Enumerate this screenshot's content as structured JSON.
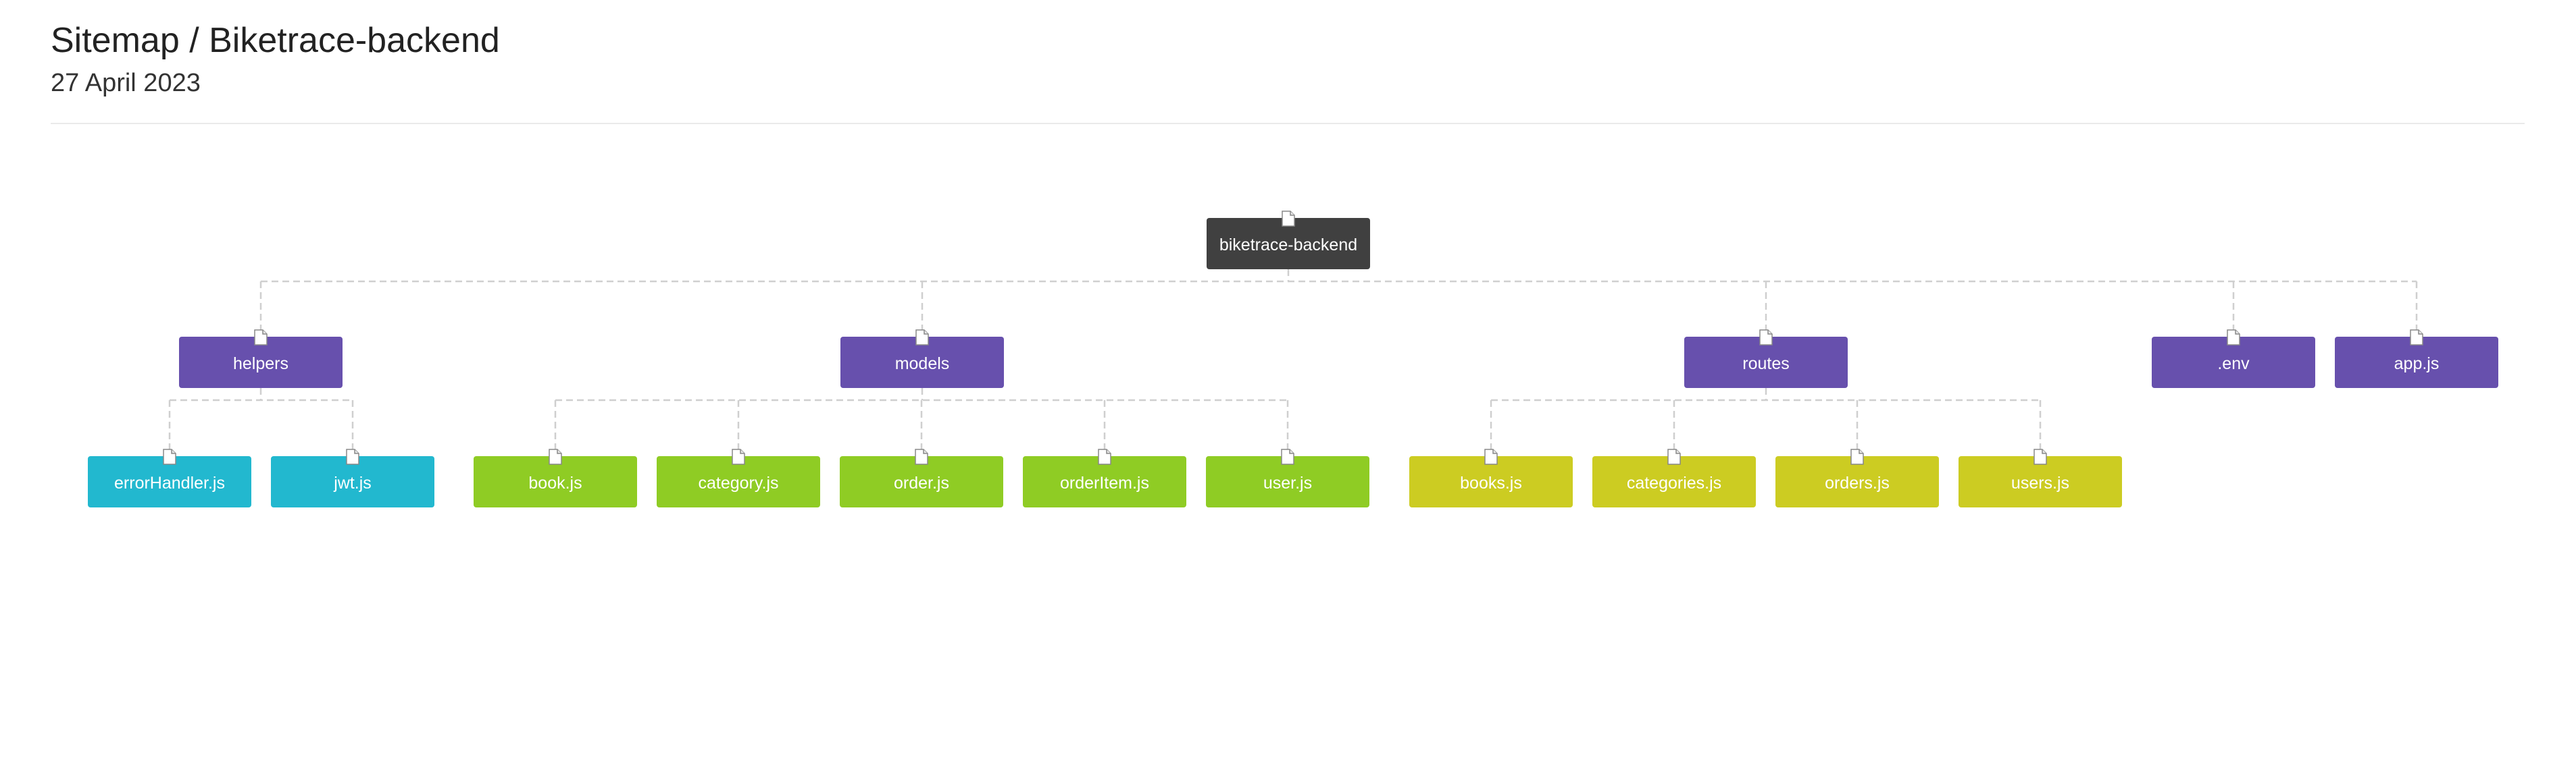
{
  "header": {
    "title": "Sitemap / Biketrace-backend",
    "date": "27 April 2023"
  },
  "colors": {
    "root": "#404040",
    "folder": "#6750ad",
    "helpers_children": "#22b8cf",
    "models_children": "#8fcc24",
    "routes_children": "#cccc22",
    "connector": "#cfcfcf"
  },
  "icons": {
    "node_icon": "file-icon"
  },
  "tree": {
    "root": {
      "label": "biketrace-backend"
    },
    "children": [
      {
        "label": "helpers",
        "children": [
          {
            "label": "errorHandler.js"
          },
          {
            "label": "jwt.js"
          }
        ]
      },
      {
        "label": "models",
        "children": [
          {
            "label": "book.js"
          },
          {
            "label": "category.js"
          },
          {
            "label": "order.js"
          },
          {
            "label": "orderItem.js"
          },
          {
            "label": "user.js"
          }
        ]
      },
      {
        "label": "routes",
        "children": [
          {
            "label": "books.js"
          },
          {
            "label": "categories.js"
          },
          {
            "label": "orders.js"
          },
          {
            "label": "users.js"
          }
        ]
      },
      {
        "label": ".env"
      },
      {
        "label": "app.js"
      }
    ]
  }
}
